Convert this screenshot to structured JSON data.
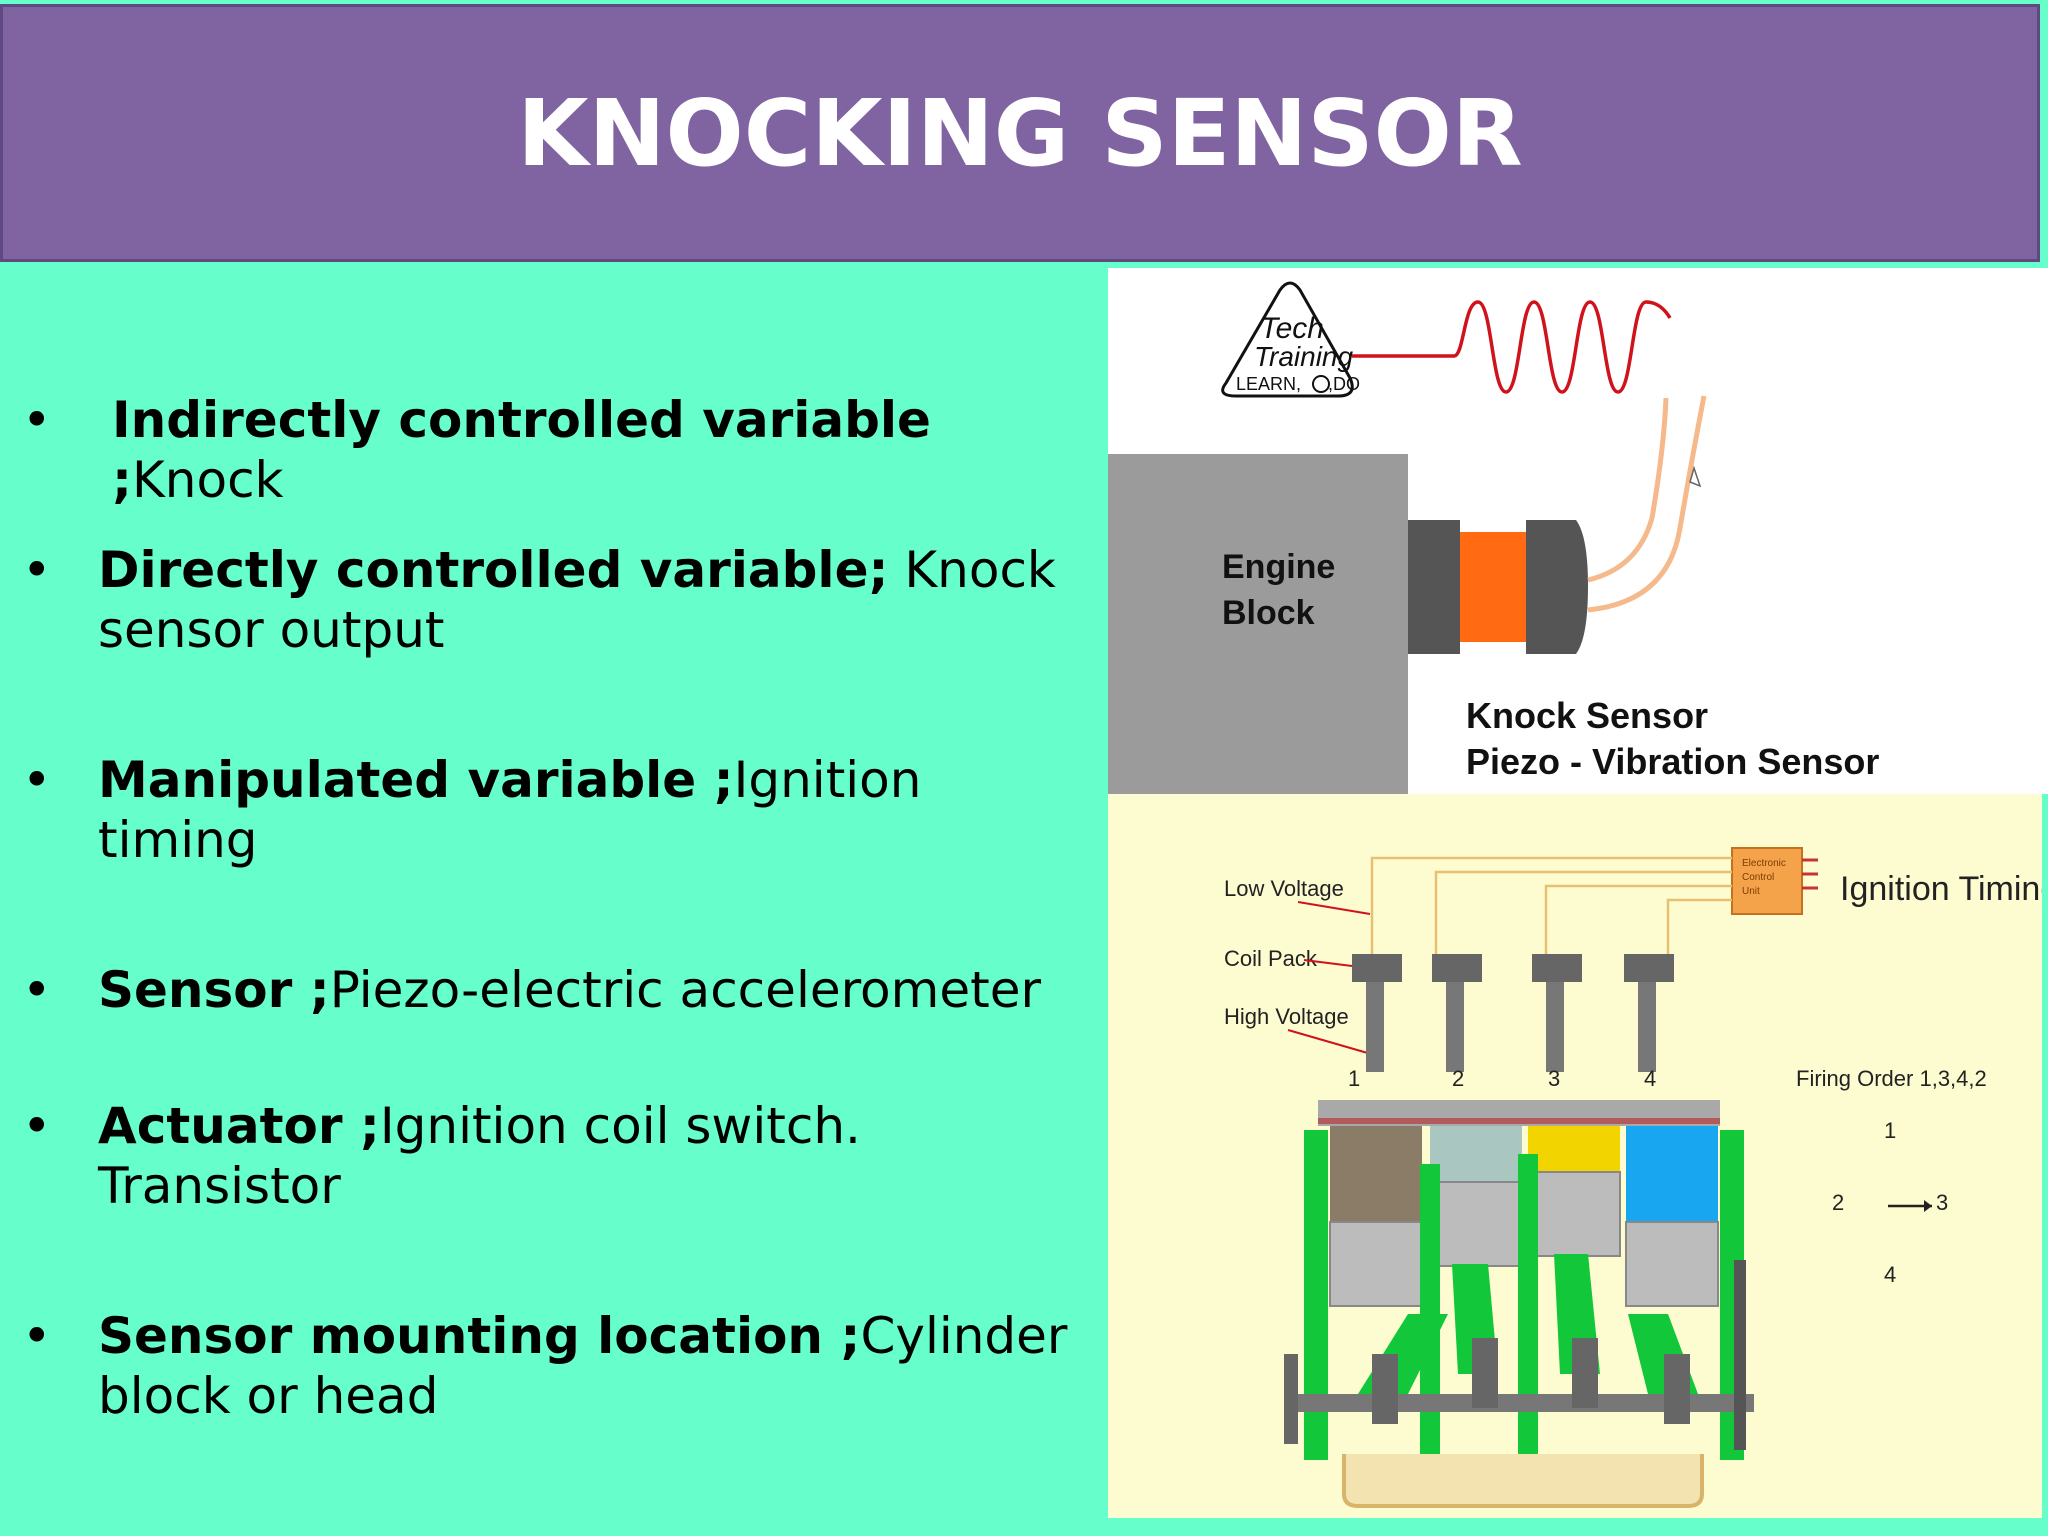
{
  "title": "KNOCKING SENSOR",
  "bullets": [
    {
      "bold": "Indirectly controlled variable ;",
      "rest": "Knock",
      "line2": ""
    },
    {
      "bold": "Directly controlled variable;",
      "rest": " Knock",
      "line2": "sensor output"
    },
    {
      "bold": "Manipulated variable ;",
      "rest": "Ignition timing",
      "line2": ""
    },
    {
      "bold": "Sensor ;",
      "rest": "Piezo-electric accelerometer",
      "line2": ""
    },
    {
      "bold": "Actuator ;",
      "rest": "Ignition coil switch.",
      "line2": "Transistor"
    },
    {
      "bold": "Sensor mounting location ;",
      "rest": "Cylinder",
      "line2": "block or head"
    }
  ],
  "sensor_figure": {
    "logo_text": [
      "Tech",
      "Training",
      "LEARN, ",
      ",DO"
    ],
    "engine_block": [
      "Engine",
      "Block"
    ],
    "caption": [
      "Knock Sensor",
      "Piezo - Vibration Sensor"
    ],
    "colors": {
      "wave": "#d0121b",
      "sensor_body": "#ff6a12",
      "block": "#999999",
      "wires": "#f5b98b"
    }
  },
  "ignition_figure": {
    "title": "Ignition Timing",
    "ecu_label": [
      "Electronic",
      "Control",
      "Unit"
    ],
    "labels": {
      "low_voltage": "Low Voltage",
      "coil_pack": "Coil Pack",
      "high_voltage": "High Voltage"
    },
    "cylinder_numbers": [
      "1",
      "2",
      "3",
      "4"
    ],
    "firing_order_label": "Firing Order 1,3,4,2",
    "firing_diagram": [
      "1",
      "2",
      "3",
      "4"
    ],
    "colors": {
      "ecu": "#f5a34a",
      "rods": "#12c83a",
      "wires": "#e8c070",
      "chamber3": "#f2d400",
      "chamber4": "#19a6f0"
    }
  }
}
